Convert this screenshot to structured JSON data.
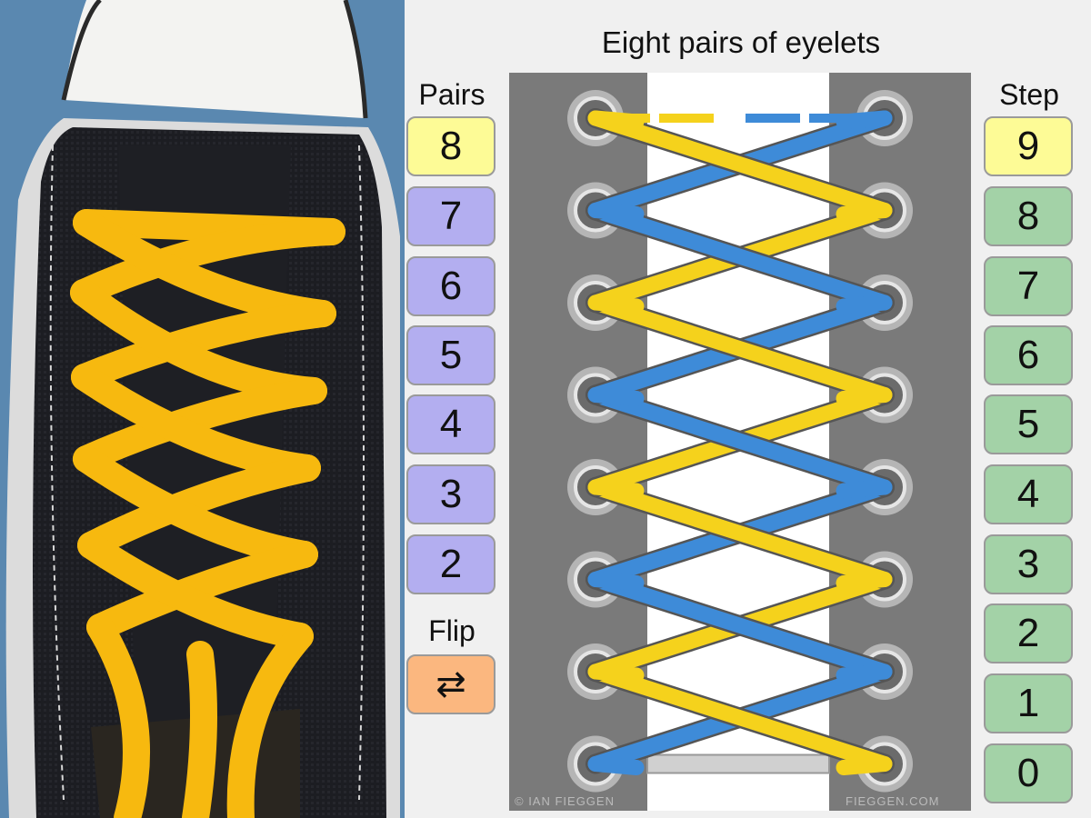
{
  "title": "Eight pairs of eyelets",
  "pairs": {
    "label": "Pairs",
    "selected": "8",
    "options": [
      "8",
      "7",
      "6",
      "5",
      "4",
      "3",
      "2"
    ]
  },
  "flip": {
    "label": "Flip",
    "icon": "swap-arrows-icon",
    "glyph": "⇄"
  },
  "step": {
    "label": "Step",
    "selected": "9",
    "options": [
      "9",
      "8",
      "7",
      "6",
      "5",
      "4",
      "3",
      "2",
      "1",
      "0"
    ]
  },
  "credits": {
    "left": "© IAN FIEGGEN",
    "right": "FIEGGEN.COM"
  },
  "colors": {
    "background": "#f0f0f0",
    "pairs_button": "#b3aef0",
    "selected_button": "#fdfb96",
    "step_button": "#a3d2a7",
    "flip_button": "#fbb77f",
    "lace_yellow": "#f5d21c",
    "lace_blue": "#3e8bd8",
    "shoe_lace": "#f7b90f"
  },
  "photo": {
    "description_icon": "sneaker-photo"
  }
}
